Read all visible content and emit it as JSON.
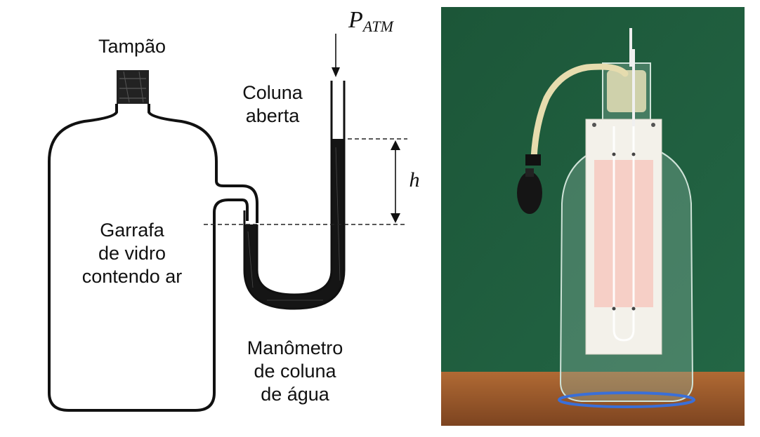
{
  "labels": {
    "stopper": "Tampão",
    "open_column": "Coluna\naberta",
    "bottle": "Garrafa\nde vidro\ncontendo ar",
    "manometer": "Manômetro\nde coluna\nde água",
    "h_symbol": "h",
    "p_atm_p": "P",
    "p_atm_sub": "ATM"
  },
  "colors": {
    "ink": "#111111",
    "board_green": "#1f5a3b",
    "table_wood": "#9a5a2c",
    "paper": "#f3f1ea",
    "scale_pink": "#f6cfc6",
    "tube": "#e6dcae",
    "bulb": "#151515",
    "base_blue": "#3a6fd8"
  }
}
